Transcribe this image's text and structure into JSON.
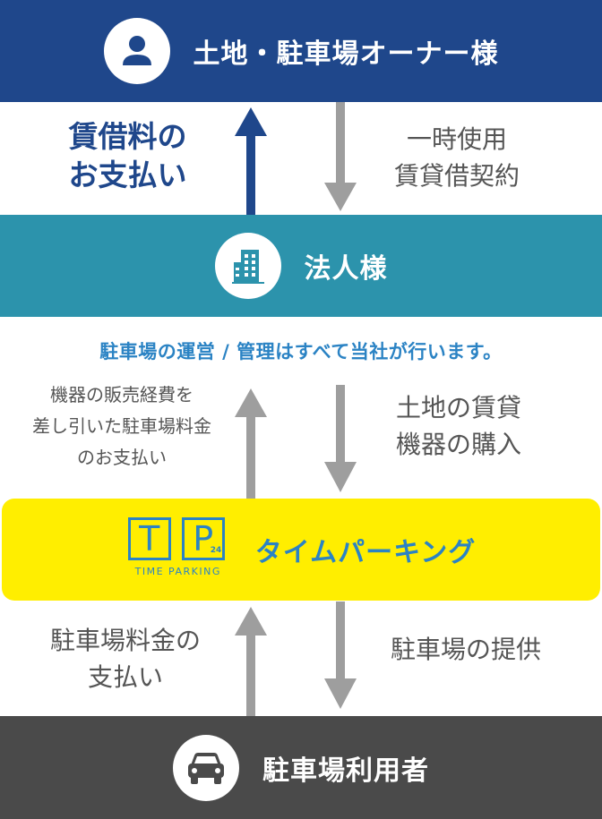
{
  "colors": {
    "owner_band": "#1f478b",
    "corp_band": "#2c93ac",
    "tp_band": "#ffee00",
    "user_band": "#4a4a4a",
    "navy_text": "#1f478b",
    "blue_note": "#2b83c4",
    "gray_text": "#555555",
    "gray_arrow": "#9e9e9e",
    "tp_logo": "#2b83c4"
  },
  "owner": {
    "label": "土地・駐車場オーナー様",
    "icon": "person-icon"
  },
  "owner_corp_flow": {
    "payment_line1": "賃借料の",
    "payment_line2": "お支払い",
    "contract_line1": "一時使用",
    "contract_line2": "賃貸借契約"
  },
  "corp": {
    "label": "法人様",
    "icon": "building-icon"
  },
  "corp_note": "駐車場の運営 / 管理はすべて当社が行います。",
  "corp_tp_flow": {
    "payout_line1": "機器の販売経費を",
    "payout_line2": "差し引いた駐車場料金",
    "payout_line3": "のお支払い",
    "purchase_line1": "土地の賃貸",
    "purchase_line2": "機器の購入"
  },
  "tp": {
    "logo_letter_t": "T",
    "logo_letter_p": "P",
    "logo_sub": "24",
    "logo_caption": "TIME PARKING",
    "label": "タイムパーキング"
  },
  "tp_user_flow": {
    "fee_line1": "駐車場料金の",
    "fee_line2": "支払い",
    "provide": "駐車場の提供"
  },
  "user": {
    "label": "駐車場利用者",
    "icon": "car-icon"
  }
}
